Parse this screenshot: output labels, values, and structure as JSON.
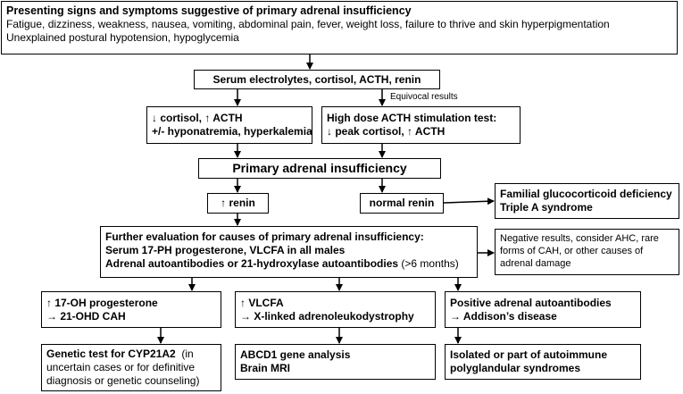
{
  "nodes": {
    "presenting": {
      "title": "Presenting signs and symptoms suggestive of primary adrenal insufficiency",
      "line1": "Fatigue, dizziness, weakness, nausea, vomiting, abdominal pain, fever, weight loss, failure to thrive and skin hyperpigmentation",
      "line2": "Unexplained postural hypotension, hypoglycemia"
    },
    "serum": {
      "text": "Serum electrolytes, cortisol, ACTH, renin"
    },
    "low_cortisol": {
      "line1": "↓ cortisol, ↑ ACTH",
      "line2": "+/- hyponatremia, hyperkalemia"
    },
    "high_dose": {
      "line1": "High dose ACTH stimulation test:",
      "line2": "↓ peak cortisol, ↑ ACTH"
    },
    "primary": {
      "text": "Primary adrenal insufficiency"
    },
    "high_renin": {
      "text": "↑ renin"
    },
    "normal_renin": {
      "text": "normal renin"
    },
    "familial": {
      "line1": "Familial glucocorticoid deficiency",
      "line2": "Triple A syndrome"
    },
    "further": {
      "line1": "Further evaluation for causes of primary adrenal insufficiency:",
      "line2": "Serum 17-PH progesterone, VLCFA in all males",
      "line3": "Adrenal autoantibodies or 21-hydroxylase autoantibodies",
      "line3_suffix": "(>6 months)"
    },
    "negative": {
      "text": "Negative results, consider AHC, rare forms of CAH, or other causes of adrenal damage"
    },
    "ohp": {
      "line1": "↑ 17-OH progesterone",
      "line2": "→ 21-OHD CAH"
    },
    "vlcfa": {
      "line1": "↑ VLCFA",
      "line2": "→ X-linked adrenoleukodystrophy"
    },
    "autoab": {
      "line1": "Positive adrenal autoantibodies",
      "line2": "→ Addison’s disease"
    },
    "genetic": {
      "bold": "Genetic test for CYP21A2",
      "rest": "(in uncertain cases or for definitive diagnosis or genetic counseling)"
    },
    "abcd1": {
      "line1": "ABCD1 gene analysis",
      "line2": "Brain MRI"
    },
    "isolated": {
      "line1": "Isolated or part of autoimmune",
      "line2": "polyglandular syndromes"
    }
  },
  "edge_labels": {
    "equivocal": "Equivocal results"
  }
}
